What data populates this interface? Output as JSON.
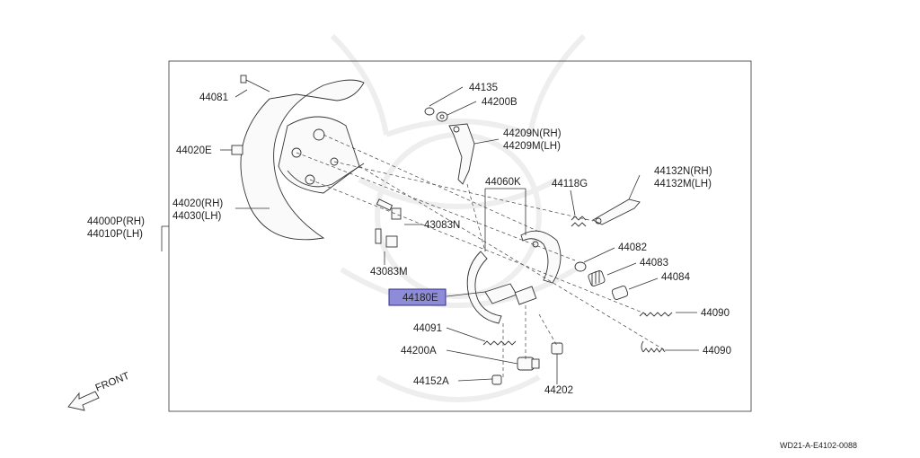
{
  "colors": {
    "highlight_fill": "#8e8cd8",
    "highlight_border": "#2c2a8c",
    "line": "#333333",
    "background": "#ffffff"
  },
  "labels": {
    "p44081": "44081",
    "p44020e": "44020E",
    "p44020_rh": "44020(RH)",
    "p44030_lh": "44030(LH)",
    "p44000p_rh": "44000P(RH)",
    "p44010p_lh": "44010P(LH)",
    "p44135": "44135",
    "p44200b": "44200B",
    "p44209n_rh": "44209N(RH)",
    "p44209m_lh": "44209M(LH)",
    "p44060k": "44060K",
    "p44118g": "44118G",
    "p44132n_rh": "44132N(RH)",
    "p44132m_lh": "44132M(LH)",
    "p43083n": "43083N",
    "p43083m": "43083M",
    "p44082": "44082",
    "p44083": "44083",
    "p44084": "44084",
    "p44180e": "44180E",
    "p44090_a": "44090",
    "p44090_b": "44090",
    "p44091": "44091",
    "p44200a": "44200A",
    "p44152a": "44152A",
    "p44202": "44202"
  },
  "front_label": "FRONT",
  "diagram_code": "WD21-A-E4102-0088",
  "highlighted_part": "44180E"
}
